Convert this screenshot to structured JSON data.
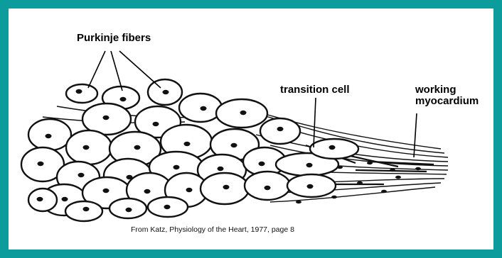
{
  "labels": {
    "purkinje": "Purkinje fibers",
    "transition": "transition cell",
    "working_line1": "working",
    "working_line2": "myocardium"
  },
  "caption": "From Katz, Physiology of the Heart, 1977, page 8",
  "colors": {
    "frame": "#0d9c9c",
    "ink": "#111111",
    "background": "#ffffff"
  }
}
